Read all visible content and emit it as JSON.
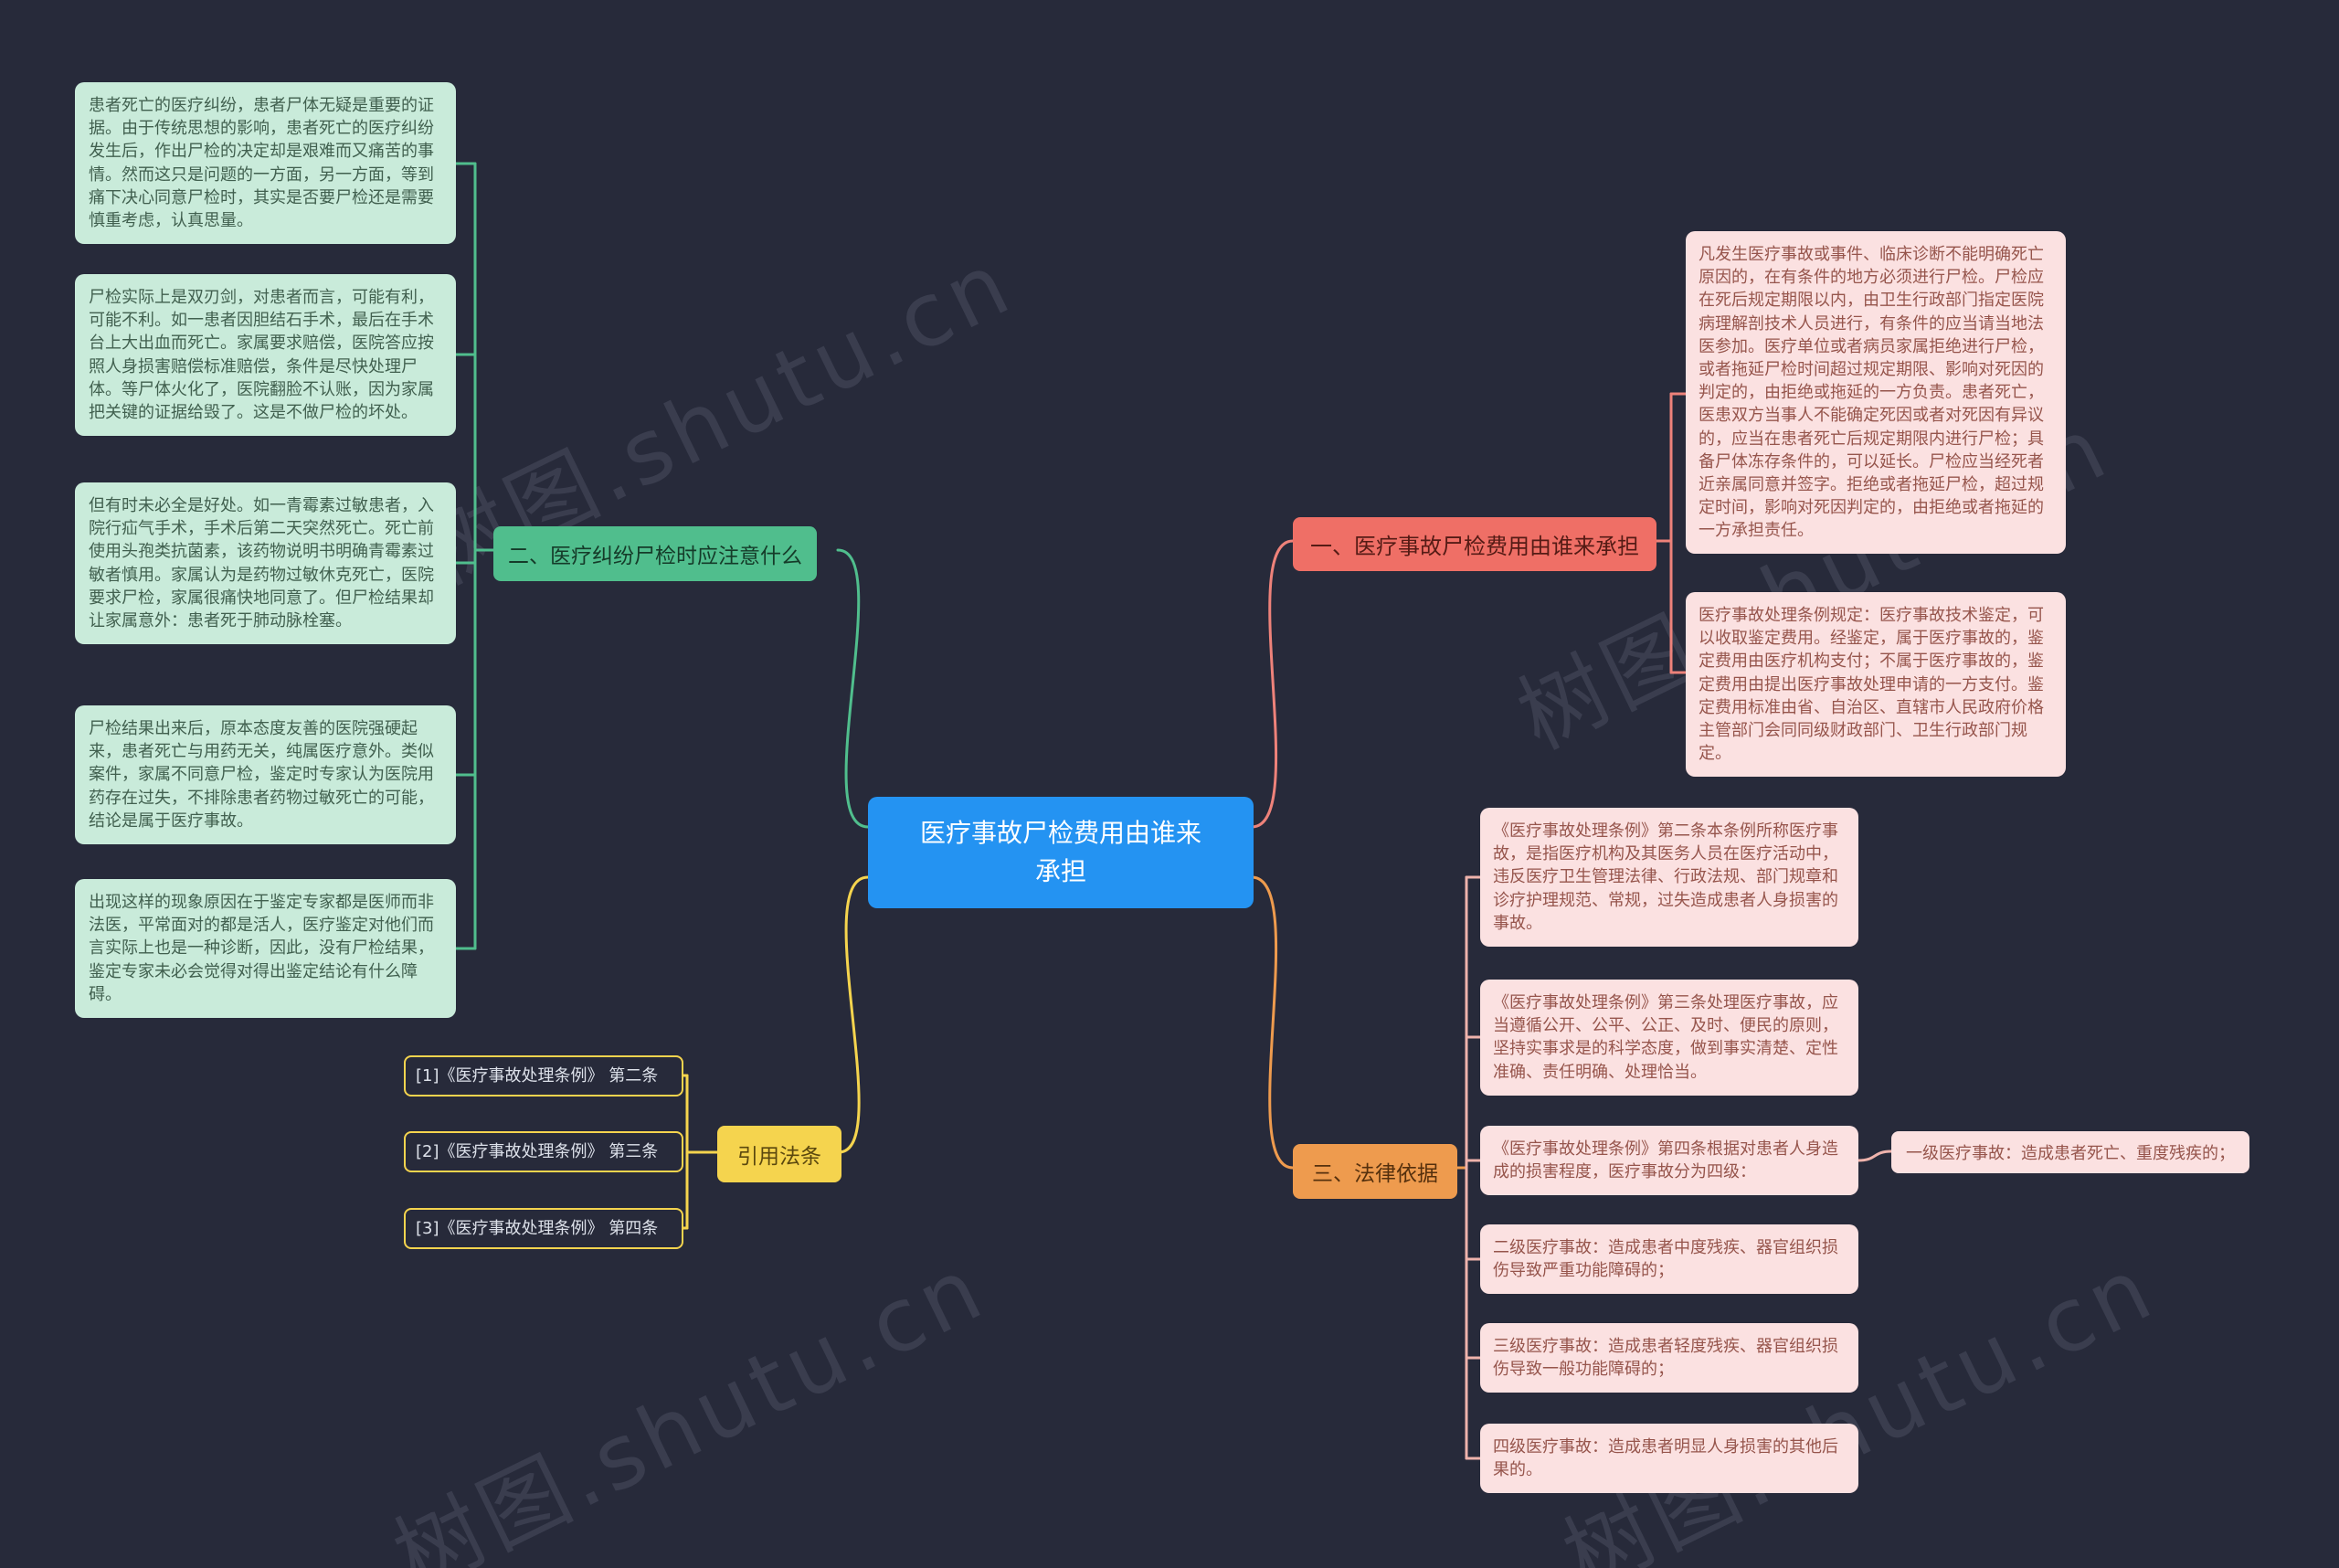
{
  "app": {
    "watermark_text": "树图.shutu.cn"
  },
  "center_topic": {
    "label": "医疗事故尸检费用由谁来承担"
  },
  "branch_notes": {
    "label": "二、医疗纠纷尸检时应注意什么",
    "items": [
      {
        "text": "患者死亡的医疗纠纷，患者尸体无疑是重要的证据。由于传统思想的影响，患者死亡的医疗纠纷发生后，作出尸检的决定却是艰难而又痛苦的事情。然而这只是问题的一方面，另一方面，等到痛下决心同意尸检时，其实是否要尸检还是需要慎重考虑，认真思量。"
      },
      {
        "text": "尸检实际上是双刃剑，对患者而言，可能有利，可能不利。如一患者因胆结石手术，最后在手术台上大出血而死亡。家属要求赔偿，医院答应按照人身损害赔偿标准赔偿，条件是尽快处理尸体。等尸体火化了，医院翻脸不认账，因为家属把关键的证据给毁了。这是不做尸检的坏处。"
      },
      {
        "text": "但有时未必全是好处。如一青霉素过敏患者，入院行疝气手术，手术后第二天突然死亡。死亡前使用头孢类抗菌素，该药物说明书明确青霉素过敏者慎用。家属认为是药物过敏休克死亡，医院要求尸检，家属很痛快地同意了。但尸检结果却让家属意外：患者死于肺动脉栓塞。"
      },
      {
        "text": "尸检结果出来后，原本态度友善的医院强硬起来，患者死亡与用药无关，纯属医疗意外。类似案件，家属不同意尸检，鉴定时专家认为医院用药存在过失，不排除患者药物过敏死亡的可能，结论是属于医疗事故。"
      },
      {
        "text": "出现这样的现象原因在于鉴定专家都是医师而非法医，平常面对的都是活人，医疗鉴定对他们而言实际上也是一种诊断，因此，没有尸检结果，鉴定专家未必会觉得对得出鉴定结论有什么障碍。"
      }
    ]
  },
  "branch_cost": {
    "label": "一、医疗事故尸检费用由谁来承担",
    "items": [
      {
        "text": "凡发生医疗事故或事件、临床诊断不能明确死亡原因的，在有条件的地方必须进行尸检。尸检应在死后规定期限以内，由卫生行政部门指定医院病理解剖技术人员进行，有条件的应当请当地法医参加。医疗单位或者病员家属拒绝进行尸检，或者拖延尸检时间超过规定期限、影响对死因的判定的，由拒绝或拖延的一方负责。患者死亡，医患双方当事人不能确定死因或者对死因有异议的，应当在患者死亡后规定期限内进行尸检；具备尸体冻存条件的，可以延长。尸检应当经死者近亲属同意并签字。拒绝或者拖延尸检，超过规定时间，影响对死因判定的，由拒绝或者拖延的一方承担责任。"
      },
      {
        "text": "医疗事故处理条例规定：医疗事故技术鉴定，可以收取鉴定费用。经鉴定，属于医疗事故的，鉴定费用由医疗机构支付；不属于医疗事故的，鉴定费用由提出医疗事故处理申请的一方支付。鉴定费用标准由省、自治区、直辖市人民政府价格主管部门会同同级财政部门、卫生行政部门规定。"
      }
    ]
  },
  "branch_law": {
    "label": "三、法律依据",
    "items": [
      {
        "text": "《医疗事故处理条例》第二条本条例所称医疗事故，是指医疗机构及其医务人员在医疗活动中，违反医疗卫生管理法律、行政法规、部门规章和诊疗护理规范、常规，过失造成患者人身损害的事故。"
      },
      {
        "text": "《医疗事故处理条例》第三条处理医疗事故，应当遵循公开、公平、公正、及时、便民的原则，坚持实事求是的科学态度，做到事实清楚、定性准确、责任明确、处理恰当。"
      },
      {
        "text": "《医疗事故处理条例》第四条根据对患者人身造成的损害程度，医疗事故分为四级：",
        "child": "一级医疗事故：造成患者死亡、重度残疾的；"
      },
      {
        "text": "二级医疗事故：造成患者中度残疾、器官组织损伤导致严重功能障碍的；"
      },
      {
        "text": "三级医疗事故：造成患者轻度残疾、器官组织损伤导致一般功能障碍的；"
      },
      {
        "text": "四级医疗事故：造成患者明显人身损害的其他后果的。"
      }
    ]
  },
  "branch_citations": {
    "label": "引用法条",
    "items": [
      {
        "text": "[1]《医疗事故处理条例》 第二条"
      },
      {
        "text": "[2]《医疗事故处理条例》 第三条"
      },
      {
        "text": "[3]《医疗事故处理条例》 第四条"
      }
    ]
  },
  "colors": {
    "background": "#272A3A",
    "center_topic": "#2493F2",
    "branch_notes_accent": "#50BE8D",
    "branch_cost_accent": "#EF6F66",
    "branch_law_accent": "#EE9B4E",
    "branch_citations_accent": "#F5D44E",
    "note_item_bg": "#C9EBDA",
    "law_item_bg": "#FBE1E1"
  }
}
